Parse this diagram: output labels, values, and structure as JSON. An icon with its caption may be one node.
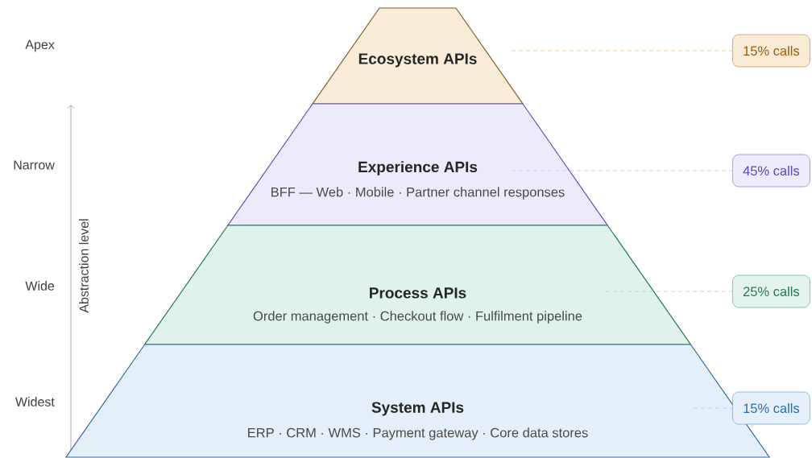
{
  "diagram": {
    "nodes": [
      {
        "text": [
          "Ecosystem APIs"
        ]
      },
      {
        "text": [
          "Experience APIs",
          "BFF — Web · Mobile · Partner channel responses"
        ]
      },
      {
        "text": [
          "Process APIs",
          "Order management · Checkout flow · Fulfilment pipeline"
        ]
      },
      {
        "text": [
          "System APIs",
          "ERP · CRM · WMS · Payment gateway · Core data stores"
        ]
      },
      {
        "text": [
          "15% calls"
        ]
      },
      {
        "text": [
          "45% calls"
        ]
      },
      {
        "text": [
          "25% calls"
        ]
      },
      {
        "text": [
          "15% calls"
        ]
      }
    ],
    "edges": [
      {
        "from": 0,
        "to": 4,
        "arrow": "none",
        "style": "dashed",
        "color": "#f5c98a"
      },
      {
        "from": 1,
        "to": 5,
        "arrow": "none",
        "style": "dashed",
        "color": "#cfcaf3"
      },
      {
        "from": 2,
        "to": 6,
        "arrow": "none",
        "style": "dashed",
        "color": "#a9dcc6"
      },
      {
        "from": 3,
        "to": 7,
        "arrow": "none",
        "style": "dashed",
        "color": "#b3d0ee"
      }
    ],
    "labels": [
      "Apex",
      "Narrow",
      "Wide",
      "Widest",
      "Abstraction level"
    ]
  }
}
